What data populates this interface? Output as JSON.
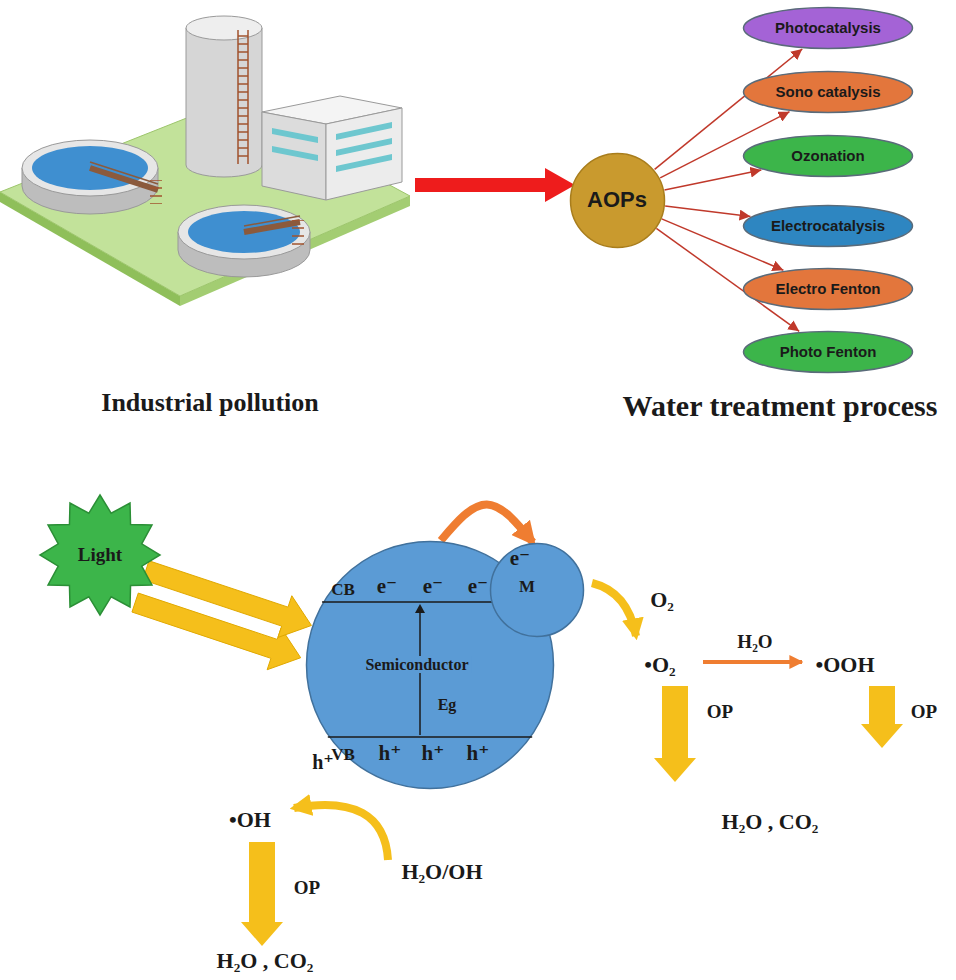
{
  "diagram": {
    "nodes": [
      {
        "text": [
          "AOPs"
        ]
      },
      {
        "text": [
          "Photocatalysis"
        ]
      },
      {
        "text": [
          "Sono catalysis"
        ]
      },
      {
        "text": [
          "Ozonation"
        ]
      },
      {
        "text": [
          "Electrocatalysis"
        ]
      },
      {
        "text": [
          "Electro Fenton"
        ]
      },
      {
        "text": [
          "Photo Fenton"
        ]
      },
      {
        "text": [
          "Light"
        ]
      },
      {
        "text": [
          "CB",
          "e⁻",
          "e⁻",
          "e⁻",
          "Semiconductor",
          "Eg",
          "VB",
          "h⁺",
          "h⁺",
          "h⁺"
        ]
      },
      {
        "text": [
          "e⁻",
          "M"
        ]
      }
    ],
    "edges": [
      {
        "from": 0,
        "to": 1,
        "arrow": "to"
      },
      {
        "from": 0,
        "to": 2,
        "arrow": "to"
      },
      {
        "from": 0,
        "to": 3,
        "arrow": "to"
      },
      {
        "from": 0,
        "to": 4,
        "arrow": "to"
      },
      {
        "from": 0,
        "to": 5,
        "arrow": "to"
      },
      {
        "from": 0,
        "to": 6,
        "arrow": "to"
      },
      {
        "from": 7,
        "to": 8,
        "arrow": "to"
      },
      {
        "from": 8,
        "to": 9,
        "arrow": "to"
      }
    ],
    "labels": [
      "Industrial pollution",
      "Water treatment process",
      "O₂",
      "•O₂",
      "H₂O",
      "•OOH",
      "OP",
      "OP",
      "H₂O , CO₂",
      "•OH",
      "h⁺",
      "H₂O/OH",
      "OP",
      "H₂O , CO₂"
    ]
  }
}
